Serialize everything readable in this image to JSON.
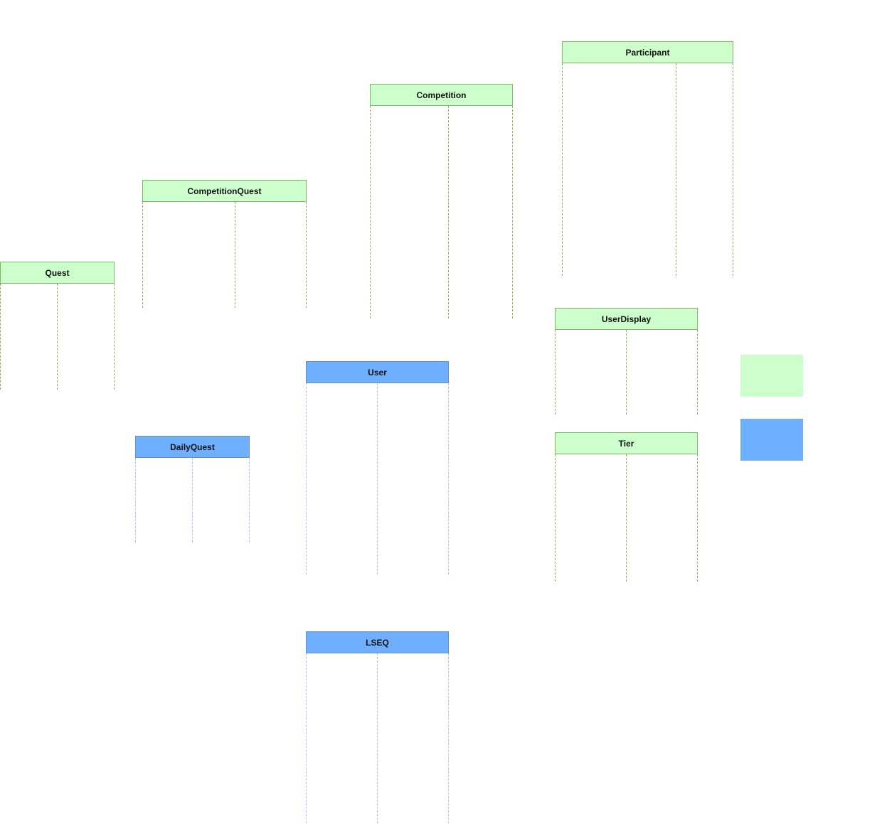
{
  "colors": {
    "green_fill": "#ccffcc",
    "green_stroke": "#82b366",
    "blue_fill": "#6eb0ff",
    "blue_stroke": "#6c8ebf"
  },
  "entities": {
    "participant": {
      "name": "Participant"
    },
    "competition": {
      "name": "Competition"
    },
    "competition_quest": {
      "name": "CompetitionQuest"
    },
    "quest": {
      "name": "Quest"
    },
    "user_display": {
      "name": "UserDisplay"
    },
    "user": {
      "name": "User"
    },
    "daily_quest": {
      "name": "DailyQuest"
    },
    "tier": {
      "name": "Tier"
    },
    "lseq": {
      "name": "LSEQ"
    }
  },
  "legend": [
    {
      "color": "#ccffcc"
    },
    {
      "color": "#6eb0ff"
    }
  ]
}
